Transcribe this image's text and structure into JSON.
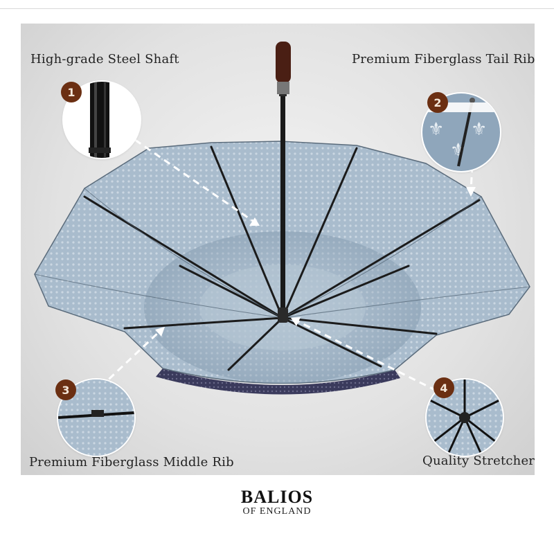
{
  "labels": {
    "steel_shaft": "High-grade Steel Shaft",
    "tail_rib": "Premium Fiberglass Tail Rib",
    "middle_rib": "Premium Fiberglass Middle Rib",
    "stretcher": "Quality Stretcher"
  },
  "badges": {
    "one": "1",
    "two": "2",
    "three": "3",
    "four": "4"
  },
  "brand": {
    "name": "BALIOS",
    "tagline": "OF ENGLAND"
  },
  "colors": {
    "canopy": "#a9bccd",
    "canopy_dark": "#93a9bd",
    "badge": "#6b2f12",
    "frame": "#1b1b1b",
    "band": "#3a3a5c"
  }
}
